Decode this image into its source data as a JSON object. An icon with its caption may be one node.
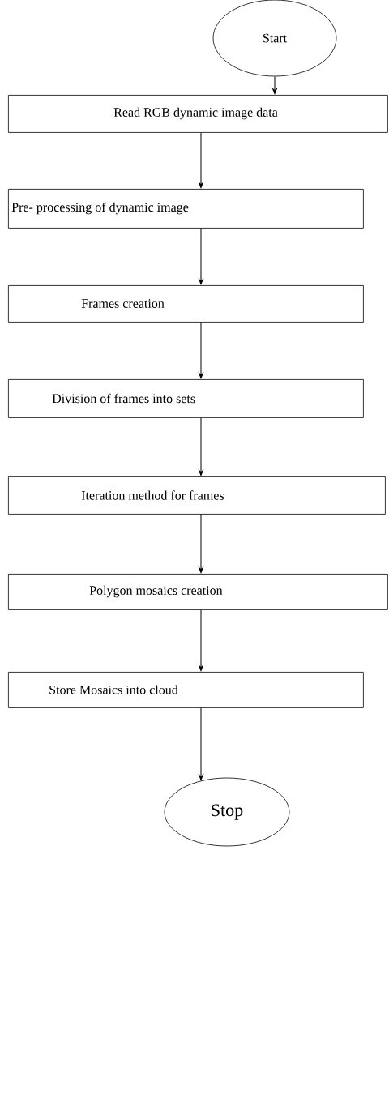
{
  "diagram": {
    "nodes": [
      {
        "text": [
          "Start"
        ]
      },
      {
        "text": [
          "Read RGB dynamic image data"
        ]
      },
      {
        "text": [
          "Pre- processing of dynamic image"
        ]
      },
      {
        "text": [
          "Frames creation"
        ]
      },
      {
        "text": [
          "Division of frames into sets"
        ]
      },
      {
        "text": [
          "Iteration method for frames"
        ]
      },
      {
        "text": [
          "Polygon mosaics creation"
        ]
      },
      {
        "text": [
          "Store Mosaics into cloud"
        ]
      },
      {
        "text": [
          "Stop"
        ]
      }
    ],
    "edges": [
      {
        "from": 0,
        "to": 1,
        "arrow": "to"
      },
      {
        "from": 1,
        "to": 2,
        "arrow": "to"
      },
      {
        "from": 2,
        "to": 3,
        "arrow": "to"
      },
      {
        "from": 3,
        "to": 4,
        "arrow": "to"
      },
      {
        "from": 4,
        "to": 5,
        "arrow": "to"
      },
      {
        "from": 5,
        "to": 6,
        "arrow": "to"
      },
      {
        "from": 6,
        "to": 7,
        "arrow": "to"
      },
      {
        "from": 7,
        "to": 8,
        "arrow": "to"
      }
    ]
  }
}
